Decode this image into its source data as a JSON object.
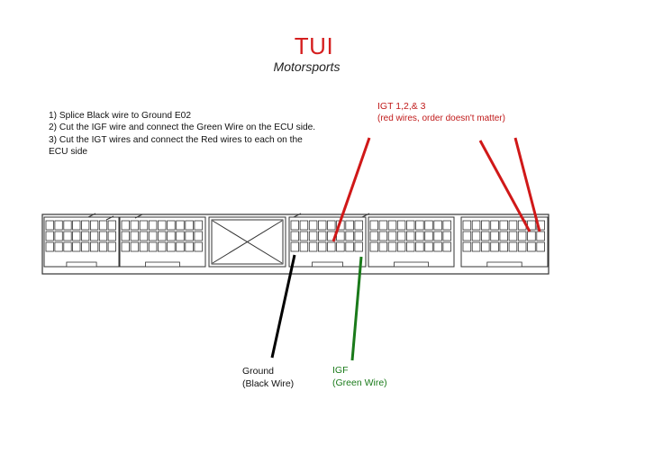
{
  "header": {
    "title": "TUI",
    "subtitle": "Motorsports"
  },
  "instructions": [
    "1) Splice Black wire to Ground E02",
    "2) Cut the IGF wire and connect the Green Wire on the ECU side.",
    "3) Cut the IGT wires and connect the Red wires to each on the",
    "ECU side"
  ],
  "labels": {
    "igt": {
      "line1": "IGT 1,2,& 3",
      "line2": "(red wires, order doesn't matter)"
    },
    "ground": {
      "line1": "Ground",
      "line2": "(Black Wire)"
    },
    "igf": {
      "line1": "IGF",
      "line2": "(Green Wire)"
    }
  },
  "colors": {
    "title": "#d51f1f",
    "red_wire": "#d01818",
    "black_wire": "#000000",
    "green_wire": "#1a7a1a",
    "connector_outline": "#333333"
  }
}
